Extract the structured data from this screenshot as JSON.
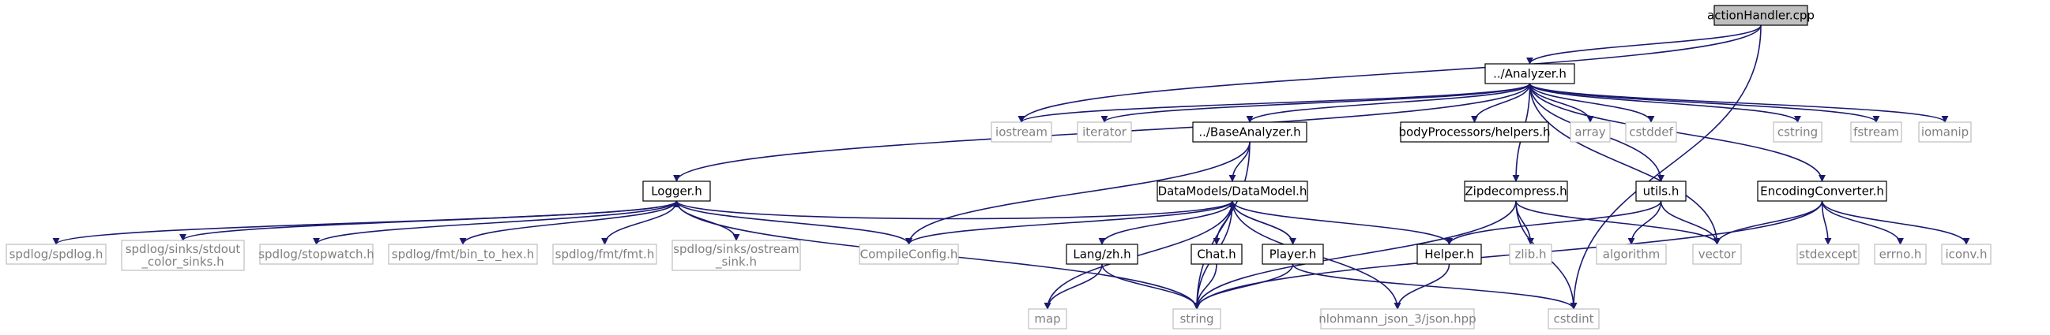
{
  "colors": {
    "edge": "#191970",
    "root_fill": "#bfbfbf",
    "sys_border": "#bfbfbf",
    "sys_text": "#808080"
  },
  "nodes": [
    {
      "id": "actionHandler",
      "lines": [
        "actionHandler.cpp"
      ],
      "kind": "root"
    },
    {
      "id": "Analyzer",
      "lines": [
        "../Analyzer.h"
      ],
      "kind": "local"
    },
    {
      "id": "iostream",
      "lines": [
        "iostream"
      ],
      "kind": "system"
    },
    {
      "id": "iterator",
      "lines": [
        "iterator"
      ],
      "kind": "system"
    },
    {
      "id": "BaseAnalyzer",
      "lines": [
        "../BaseAnalyzer.h"
      ],
      "kind": "local"
    },
    {
      "id": "helpers",
      "lines": [
        "bodyProcessors/helpers.h"
      ],
      "kind": "local"
    },
    {
      "id": "array",
      "lines": [
        "array"
      ],
      "kind": "system"
    },
    {
      "id": "cstddef",
      "lines": [
        "cstddef"
      ],
      "kind": "system"
    },
    {
      "id": "cstring",
      "lines": [
        "cstring"
      ],
      "kind": "system"
    },
    {
      "id": "fstream",
      "lines": [
        "fstream"
      ],
      "kind": "system"
    },
    {
      "id": "iomanip",
      "lines": [
        "iomanip"
      ],
      "kind": "system"
    },
    {
      "id": "Logger",
      "lines": [
        "Logger.h"
      ],
      "kind": "local"
    },
    {
      "id": "DataModel",
      "lines": [
        "DataModels/DataModel.h"
      ],
      "kind": "local"
    },
    {
      "id": "Zipdecompress",
      "lines": [
        "Zipdecompress.h"
      ],
      "kind": "local"
    },
    {
      "id": "utils",
      "lines": [
        "utils.h"
      ],
      "kind": "local"
    },
    {
      "id": "EncodingConverter",
      "lines": [
        "EncodingConverter.h"
      ],
      "kind": "local"
    },
    {
      "id": "spdlog",
      "lines": [
        "spdlog/spdlog.h"
      ],
      "kind": "system"
    },
    {
      "id": "stdout_sinks",
      "lines": [
        "spdlog/sinks/stdout",
        "_color_sinks.h"
      ],
      "kind": "system"
    },
    {
      "id": "stopwatch",
      "lines": [
        "spdlog/stopwatch.h"
      ],
      "kind": "system"
    },
    {
      "id": "bin_to_hex",
      "lines": [
        "spdlog/fmt/bin_to_hex.h"
      ],
      "kind": "system"
    },
    {
      "id": "fmt",
      "lines": [
        "spdlog/fmt/fmt.h"
      ],
      "kind": "system"
    },
    {
      "id": "ostream_sink",
      "lines": [
        "spdlog/sinks/ostream",
        "_sink.h"
      ],
      "kind": "system"
    },
    {
      "id": "CompileConfig",
      "lines": [
        "CompileConfig.h"
      ],
      "kind": "system"
    },
    {
      "id": "Langzh",
      "lines": [
        "Lang/zh.h"
      ],
      "kind": "local"
    },
    {
      "id": "Chat",
      "lines": [
        "Chat.h"
      ],
      "kind": "local"
    },
    {
      "id": "Player",
      "lines": [
        "Player.h"
      ],
      "kind": "local"
    },
    {
      "id": "Helper",
      "lines": [
        "Helper.h"
      ],
      "kind": "local"
    },
    {
      "id": "zlib",
      "lines": [
        "zlib.h"
      ],
      "kind": "system"
    },
    {
      "id": "algorithm",
      "lines": [
        "algorithm"
      ],
      "kind": "system"
    },
    {
      "id": "vector",
      "lines": [
        "vector"
      ],
      "kind": "system"
    },
    {
      "id": "stdexcept",
      "lines": [
        "stdexcept"
      ],
      "kind": "system"
    },
    {
      "id": "errno",
      "lines": [
        "errno.h"
      ],
      "kind": "system"
    },
    {
      "id": "iconv",
      "lines": [
        "iconv.h"
      ],
      "kind": "system"
    },
    {
      "id": "map",
      "lines": [
        "map"
      ],
      "kind": "system"
    },
    {
      "id": "string",
      "lines": [
        "string"
      ],
      "kind": "system"
    },
    {
      "id": "json",
      "lines": [
        "nlohmann_json_3/json.hpp"
      ],
      "kind": "system"
    },
    {
      "id": "cstdint",
      "lines": [
        "cstdint"
      ],
      "kind": "system"
    }
  ],
  "edges": [
    [
      "actionHandler",
      "Analyzer"
    ],
    [
      "actionHandler",
      "iostream"
    ],
    [
      "actionHandler",
      "cstdint"
    ],
    [
      "Analyzer",
      "iostream"
    ],
    [
      "Analyzer",
      "iterator"
    ],
    [
      "Analyzer",
      "BaseAnalyzer"
    ],
    [
      "Analyzer",
      "helpers"
    ],
    [
      "Analyzer",
      "array"
    ],
    [
      "Analyzer",
      "cstddef"
    ],
    [
      "Analyzer",
      "vector"
    ],
    [
      "Analyzer",
      "cstring"
    ],
    [
      "Analyzer",
      "fstream"
    ],
    [
      "Analyzer",
      "iomanip"
    ],
    [
      "Analyzer",
      "Logger"
    ],
    [
      "Analyzer",
      "Zipdecompress"
    ],
    [
      "Analyzer",
      "utils"
    ],
    [
      "Analyzer",
      "EncodingConverter"
    ],
    [
      "BaseAnalyzer",
      "DataModel"
    ],
    [
      "BaseAnalyzer",
      "CompileConfig"
    ],
    [
      "BaseAnalyzer",
      "string"
    ],
    [
      "Logger",
      "spdlog"
    ],
    [
      "Logger",
      "stdout_sinks"
    ],
    [
      "Logger",
      "stopwatch"
    ],
    [
      "Logger",
      "bin_to_hex"
    ],
    [
      "Logger",
      "fmt"
    ],
    [
      "Logger",
      "ostream_sink"
    ],
    [
      "Logger",
      "CompileConfig"
    ],
    [
      "Logger",
      "string"
    ],
    [
      "DataModel",
      "Logger"
    ],
    [
      "DataModel",
      "CompileConfig"
    ],
    [
      "DataModel",
      "Langzh"
    ],
    [
      "DataModel",
      "Chat"
    ],
    [
      "DataModel",
      "Player"
    ],
    [
      "DataModel",
      "Helper"
    ],
    [
      "DataModel",
      "map"
    ],
    [
      "DataModel",
      "string"
    ],
    [
      "DataModel",
      "json"
    ],
    [
      "Player",
      "DataModel"
    ],
    [
      "Player",
      "string"
    ],
    [
      "Player",
      "cstdint"
    ],
    [
      "Langzh",
      "map"
    ],
    [
      "Langzh",
      "string"
    ],
    [
      "Chat",
      "string"
    ],
    [
      "Helper",
      "json"
    ],
    [
      "Zipdecompress",
      "zlib"
    ],
    [
      "Zipdecompress",
      "vector"
    ],
    [
      "Zipdecompress",
      "cstdint"
    ],
    [
      "Zipdecompress",
      "string"
    ],
    [
      "utils",
      "Helper"
    ],
    [
      "utils",
      "algorithm"
    ],
    [
      "utils",
      "vector"
    ],
    [
      "EncodingConverter",
      "vector"
    ],
    [
      "EncodingConverter",
      "stdexcept"
    ],
    [
      "EncodingConverter",
      "errno"
    ],
    [
      "EncodingConverter",
      "iconv"
    ],
    [
      "EncodingConverter",
      "string"
    ]
  ]
}
